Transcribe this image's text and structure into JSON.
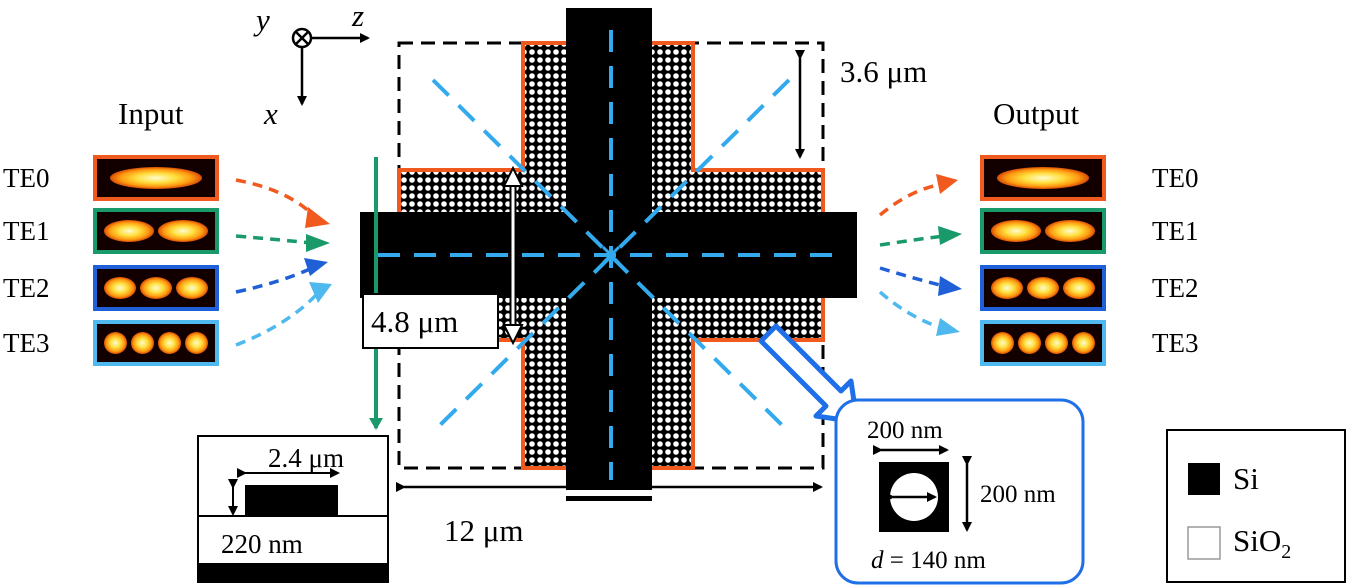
{
  "axes": {
    "y": "y",
    "z": "z",
    "x": "x"
  },
  "input_label": "Input",
  "output_label": "Output",
  "modes": [
    {
      "name": "TE0",
      "color": "#f05a1e",
      "lobes": 1
    },
    {
      "name": "TE1",
      "color": "#1a9a6a",
      "lobes": 2
    },
    {
      "name": "TE2",
      "color": "#1f5fd8",
      "lobes": 3
    },
    {
      "name": "TE3",
      "color": "#4fb8ee",
      "lobes": 4
    }
  ],
  "dimensions": {
    "top_gap": "3.6 μm",
    "arm_width": "4.8 μm",
    "total_length": "12 μm",
    "waveguide_width": "2.4 μm",
    "thickness": "220 nm",
    "cell_width": "200 nm",
    "cell_height": "200 nm",
    "hole_diameter_symbol": "d",
    "hole_diameter_value": "= 140 nm"
  },
  "legend": {
    "si": "Si",
    "sio2_base": "SiO",
    "sio2_sub": "2"
  },
  "colors": {
    "orange": "#f05a1e",
    "light_blue": "#33aaee",
    "green": "#1a9a6a",
    "blue": "#1f5fd8",
    "callout_blue": "#1e6fe8"
  }
}
